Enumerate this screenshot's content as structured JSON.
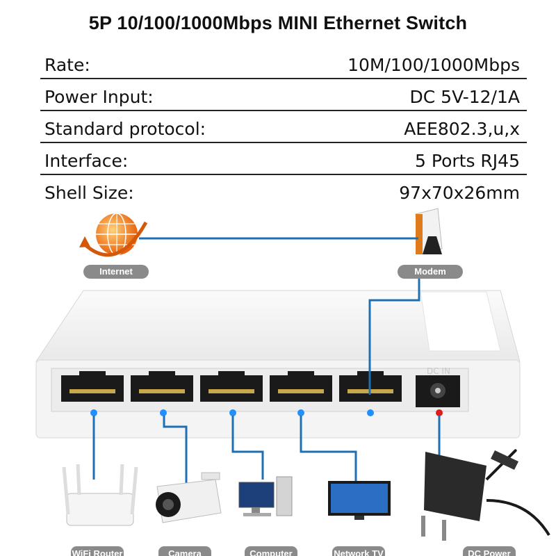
{
  "title": "5P 10/100/1000Mbps MINI Ethernet Switch",
  "specs": [
    {
      "label": "Rate:",
      "value": "10M/100/1000Mbps"
    },
    {
      "label": "Power Input:",
      "value": "DC 5V-12/1A"
    },
    {
      "label": "Standard protocol:",
      "value": "AEE802.3,u,x"
    },
    {
      "label": "Interface:",
      "value": "5 Ports  RJ45"
    },
    {
      "label": "Shell Size:",
      "value": "97x70x26mm"
    }
  ],
  "labels": {
    "internet": "Internet",
    "modem": "Modem",
    "wifi_router": "WiFi Router",
    "camera": "Camera",
    "computer": "Computer",
    "network_tv": "Network TV",
    "dc_power": "DC Power"
  },
  "colors": {
    "cable": "#1f6fb2",
    "port_led": "#1e90ff",
    "power_led": "#e01b1b",
    "pill": "#8a8a8a"
  }
}
